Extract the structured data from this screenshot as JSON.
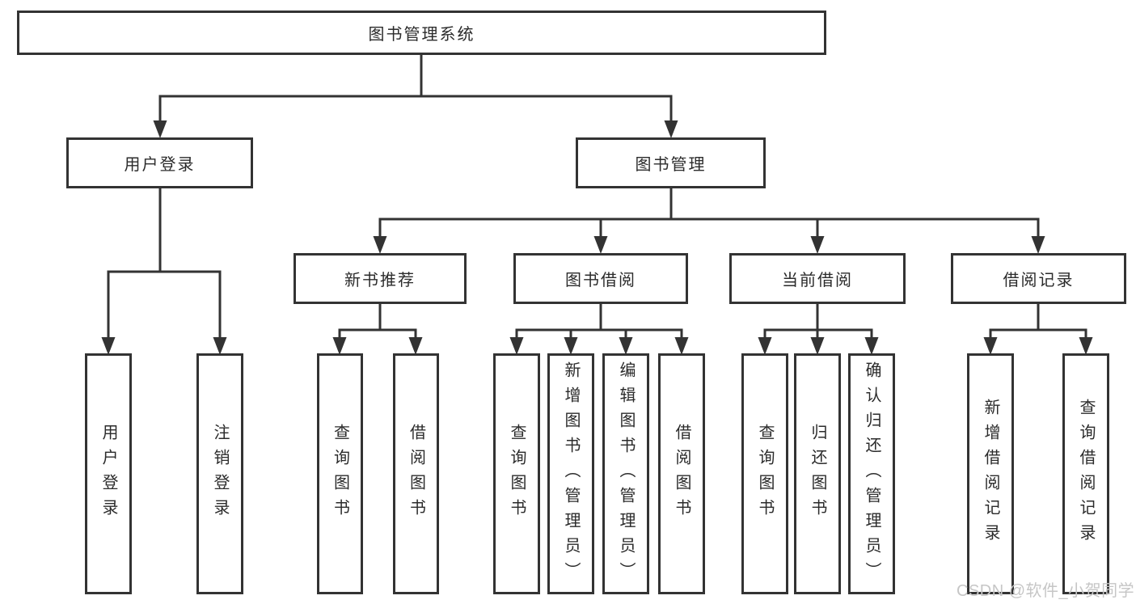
{
  "colors": {
    "line": "#333333",
    "box_border": "#333333",
    "text": "#2b2b2b",
    "watermark": "#c6c6c6",
    "background": "#ffffff"
  },
  "tree": {
    "root": {
      "label": "图书管理系统"
    },
    "branches": [
      {
        "label": "用户登录",
        "leaves": [
          "用户登录",
          "注销登录"
        ]
      },
      {
        "label": "图书管理",
        "groups": [
          {
            "label": "新书推荐",
            "leaves": [
              "查询图书",
              "借阅图书"
            ]
          },
          {
            "label": "图书借阅",
            "leaves": [
              "查询图书",
              "新增图书（管理员）",
              "编辑图书（管理员）",
              "借阅图书"
            ]
          },
          {
            "label": "当前借阅",
            "leaves": [
              "查询图书",
              "归还图书",
              "确认归还（管理员）"
            ]
          },
          {
            "label": "借阅记录",
            "leaves": [
              "新增借阅记录",
              "查询借阅记录"
            ]
          }
        ]
      }
    ]
  },
  "watermark": {
    "text": "CSDN @软件_小贺同学"
  }
}
